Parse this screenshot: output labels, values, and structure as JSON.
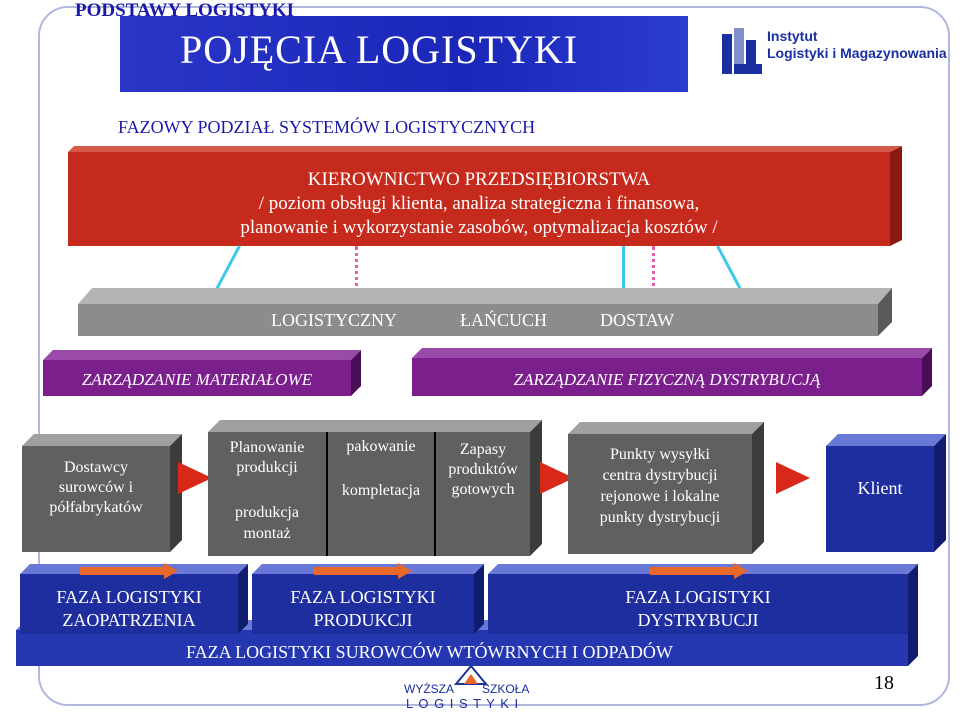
{
  "header": {
    "section": "PODSTAWY LOGISTYKI",
    "title": "POJĘCIA  LOGISTYKI"
  },
  "institute": {
    "line1": "Instytut",
    "line2": "Logistyki i Magazynowania"
  },
  "subtitle": "FAZOWY  PODZIAŁ  SYSTEMÓW  LOGISTYCZNYCH",
  "management": {
    "line1": "KIEROWNICTWO  PRZEDSIĘBIORSTWA",
    "line2": "/ poziom obsługi klienta, analiza strategiczna  i  finansowa,",
    "line3": "planowanie  i  wykorzystanie zasobów,  optymalizacja kosztów /"
  },
  "chain": {
    "w1": "LOGISTYCZNY",
    "w2": "ŁAŃCUCH",
    "w3": "DOSTAW"
  },
  "material_mgmt": "ZARZĄDZANIE MATERIAŁOWE",
  "physical_dist": "ZARZĄDZANIE  FIZYCZNĄ  DYSTRYBUCJĄ",
  "suppliers": {
    "l1": "Dostawcy",
    "l2": "surowców i",
    "l3": "półfabrykatów"
  },
  "production": {
    "c1l1": "Planowanie",
    "c1l2": "produkcji",
    "c1l3": "produkcja",
    "c1l4": "montaż",
    "c2l1": "pakowanie",
    "c2l2": "kompletacja",
    "c3l1": "Zapasy",
    "c3l2": "produktów",
    "c3l3": "gotowych"
  },
  "distribution": {
    "l1": "Punkty wysyłki",
    "l2": "centra dystrybucji",
    "l3": "rejonowe i  lokalne",
    "l4": "punkty dystrybucji"
  },
  "client": "Klient",
  "phases": {
    "p1l1": "FAZA  LOGISTYKI",
    "p1l2": "ZAOPATRZENIA",
    "p2l1": "FAZA  LOGISTYKI",
    "p2l2": "PRODUKCJI",
    "p3l1": "FAZA  LOGISTYKI",
    "p3l2": "DYSTRYBUCJI",
    "bottom": "FAZA  LOGISTYKI  SUROWCÓW  WTÓWRNYCH  I  ODPADÓW"
  },
  "school": {
    "w1": "WYŻSZA",
    "w2": "SZKOŁA",
    "w3": "L O G I S T Y K I"
  },
  "page_number": "18"
}
